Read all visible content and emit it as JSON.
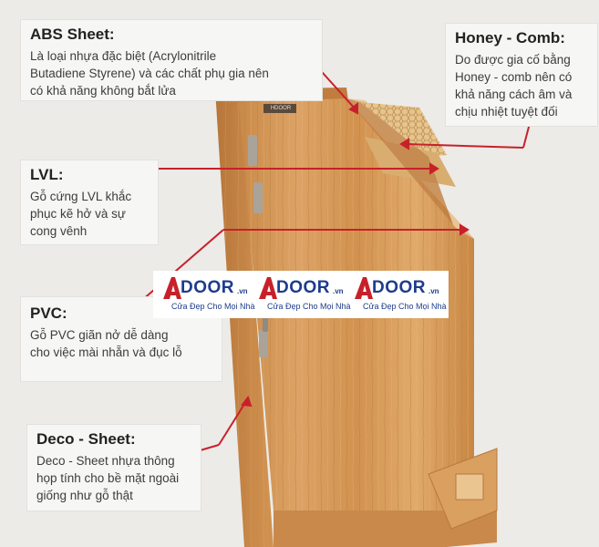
{
  "labels": {
    "abs": {
      "title": "ABS Sheet:",
      "desc": [
        "Là loại nhựa đặc biệt (Acrylonitrile",
        "Butadiene Styrene) và các chất phụ gia nên",
        "có khả năng không bắt lửa"
      ]
    },
    "honeycomb": {
      "title": "Honey - Comb:",
      "desc": [
        "Do được gia cố bằng",
        "Honey - comb nên có",
        "khả năng cách âm và",
        "chịu nhiệt tuyệt đối"
      ]
    },
    "lvl": {
      "title": "LVL:",
      "desc": [
        "Gỗ cứng LVL khắc",
        "phục kẽ hở và sự",
        "cong vênh"
      ]
    },
    "pvc": {
      "title": "PVC:",
      "desc": [
        "Gỗ PVC giãn nở dễ dàng",
        "cho việc mài nhẵn và đục lỗ"
      ]
    },
    "deco": {
      "title": "Deco - Sheet:",
      "desc": [
        "Deco - Sheet nhựa thông",
        "họp tính cho bề mặt ngoài",
        "giống như gỗ thật"
      ]
    }
  },
  "logo": {
    "word": "DOOR",
    "suffix": ".vn",
    "tagline": "Cửa Đẹp Cho Mọi Nhà"
  },
  "door_badge": "HDOOR",
  "colors": {
    "accent": "#c8202a",
    "brand_blue": "#1e3c8c",
    "wood": "#d99a55",
    "label_bg": "#f6f6f4"
  }
}
